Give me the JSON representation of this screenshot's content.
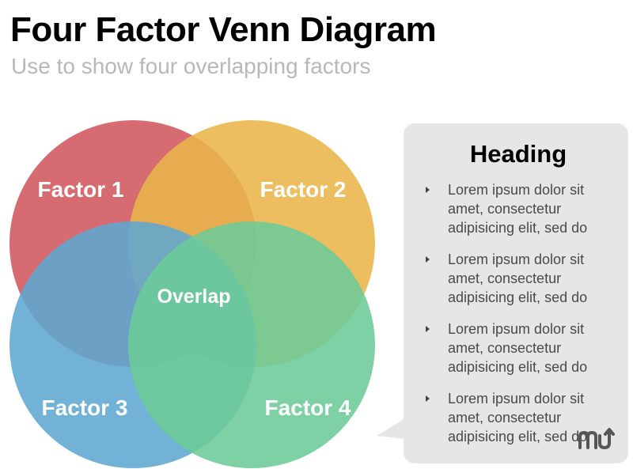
{
  "title": "Four Factor Venn Diagram",
  "subtitle": "Use to show four overlapping factors",
  "venn": {
    "circles": [
      {
        "label": "Factor 1",
        "color": "#d0575d"
      },
      {
        "label": "Factor 2",
        "color": "#e9b54a"
      },
      {
        "label": "Factor 3",
        "color": "#5fa7d0"
      },
      {
        "label": "Factor 4",
        "color": "#6ccb98"
      }
    ],
    "center_label": "Overlap"
  },
  "panel": {
    "heading": "Heading",
    "bullets": [
      {
        "text": "Lorem ipsum dolor sit amet, consectetur adipisicing elit, sed do"
      },
      {
        "text": "Lorem ipsum dolor sit amet, consectetur adipisicing elit, sed do"
      },
      {
        "text": "Lorem ipsum dolor sit amet, consectetur adipisicing elit, sed do"
      },
      {
        "text": "Lorem ipsum dolor sit amet, consectetur adipisicing elit, sed do"
      }
    ],
    "background_color": "#e6e6e6"
  },
  "logo": {
    "icon": "mu-logo-icon",
    "color": "#555555"
  }
}
